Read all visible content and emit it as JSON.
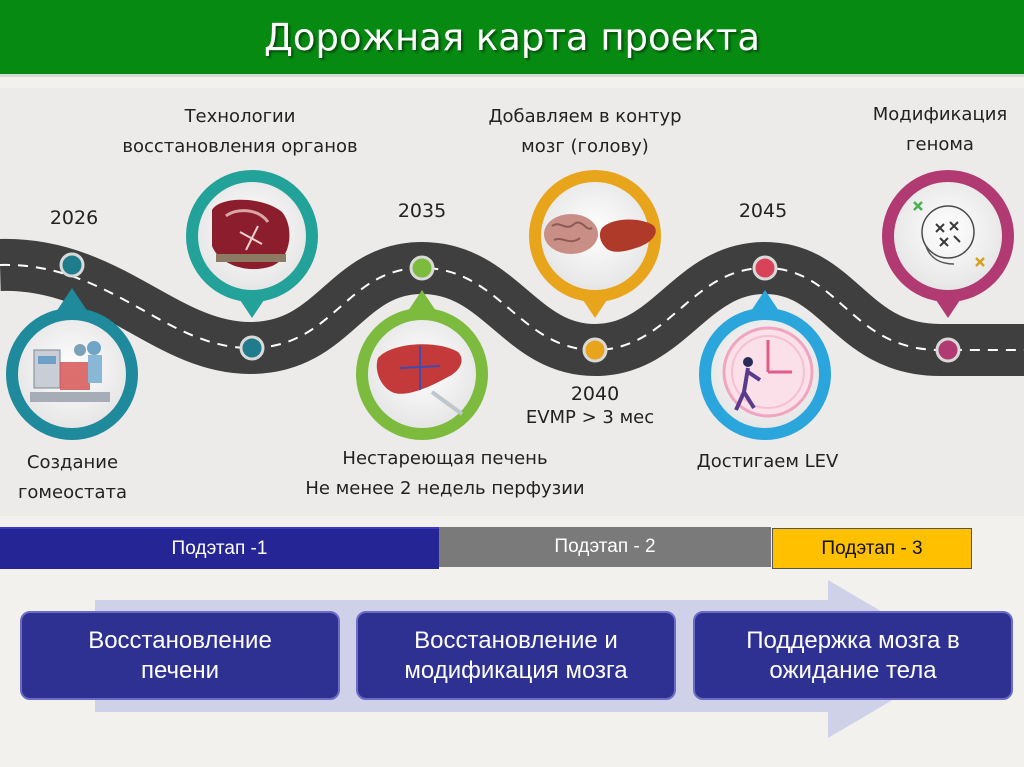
{
  "header": {
    "title": "Дорожная карта проекта"
  },
  "roadmap": {
    "milestones": [
      {
        "year": "2026",
        "caption": [
          "Создание",
          "гомеостата"
        ],
        "icon": "operating-room-icon",
        "color": "#1f8a9c"
      },
      {
        "year": "",
        "caption": [
          "Технологии",
          "восстановления органов"
        ],
        "icon": "organ-restoration-icon",
        "color": "#23a29a"
      },
      {
        "year": "2035",
        "caption": [
          "Нестареющая печень",
          "Не менее 2 недель перфузии"
        ],
        "icon": "liver-perfusion-icon",
        "color": "#7dbb3f"
      },
      {
        "year": "2040",
        "caption_top": [
          "Добавляем в контур",
          "мозг (голову)"
        ],
        "caption_bottom": "EVMP > 3 мес",
        "icon": "brain-liver-icon",
        "color": "#e8a51c"
      },
      {
        "year": "2045",
        "caption": [
          "Достигаем LEV"
        ],
        "icon": "clock-runner-icon",
        "color": "#2aa6dd"
      },
      {
        "year": "",
        "caption": [
          "Модификация",
          "генома"
        ],
        "icon": "genome-icon",
        "color": "#b23a72"
      }
    ]
  },
  "stages": [
    {
      "label": "Подэтап -1",
      "color": "#252596"
    },
    {
      "label": "Подэтап - 2",
      "color": "#7a7a7a"
    },
    {
      "label": "Подэтап - 3",
      "color": "#ffc000"
    }
  ],
  "cards": [
    {
      "line1": "Восстановление",
      "line2": "печени"
    },
    {
      "line1": "Восстановление и",
      "line2": "модификация мозга"
    },
    {
      "line1": "Поддержка мозга в",
      "line2": "ожидание тела"
    }
  ]
}
